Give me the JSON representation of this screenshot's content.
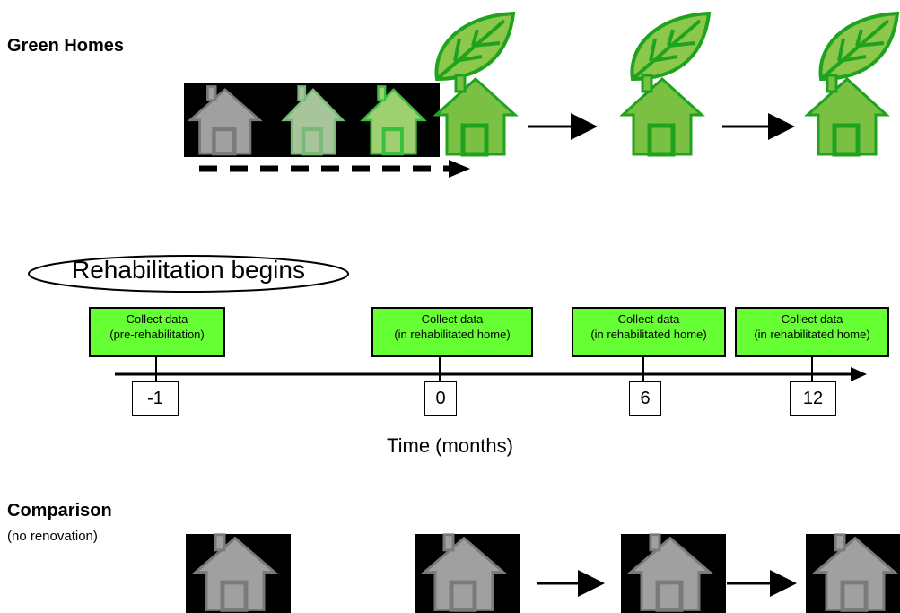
{
  "green_section": {
    "title": "Green Homes"
  },
  "rehab_label": "Rehabilitation begins",
  "timeline": {
    "collect_boxes": [
      {
        "line1": "Collect data",
        "line2": "(pre-rehabilitation)"
      },
      {
        "line1": "Collect data",
        "line2": "(in rehabilitated home)"
      },
      {
        "line1": "Collect data",
        "line2": "(in rehabilitated home)"
      },
      {
        "line1": "Collect data",
        "line2": "(in rehabilitated home)"
      }
    ],
    "months": [
      "-1",
      "0",
      "6",
      "12"
    ],
    "axis_label": "Time (months)"
  },
  "comparison_section": {
    "title": "Comparison",
    "subtitle": "(no renovation)"
  },
  "colors": {
    "data_box": "#66ff33",
    "gray_house": "#a0a0a0",
    "green_house": "#7ac143",
    "leaf": "#8cc84b",
    "green_stroke": "#1fa31f"
  }
}
